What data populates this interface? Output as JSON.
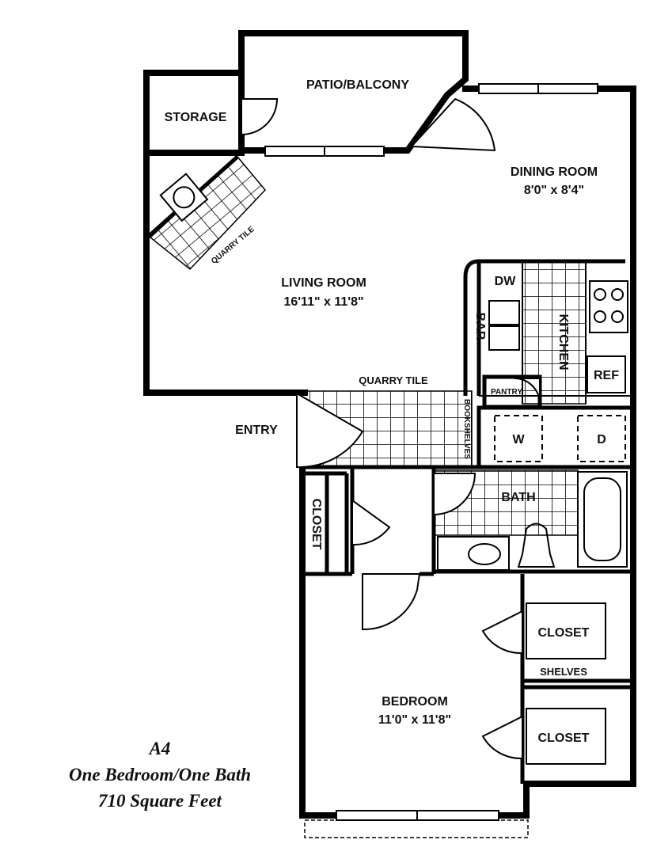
{
  "rooms": {
    "patio": {
      "name": "PATIO/BALCONY"
    },
    "storage": {
      "name": "STORAGE"
    },
    "dining": {
      "name": "DINING ROOM",
      "dims": "8'0\" x 8'4\""
    },
    "living": {
      "name": "LIVING ROOM",
      "dims": "16'11\" x 11'8\""
    },
    "kitchen": {
      "name": "KITCHEN"
    },
    "bar": {
      "name": "BAR"
    },
    "dw": {
      "name": "DW"
    },
    "ref": {
      "name": "REF"
    },
    "pantry": {
      "name": "PANTRY"
    },
    "bookshelves": {
      "name": "BOOKSHELVES"
    },
    "entry": {
      "name": "ENTRY"
    },
    "washer": {
      "name": "W"
    },
    "dryer": {
      "name": "D"
    },
    "hall_closet": {
      "name": "CLOSET"
    },
    "bath": {
      "name": "BATH"
    },
    "closet_upper": {
      "name": "CLOSET"
    },
    "shelves": {
      "name": "SHELVES"
    },
    "closet_lower": {
      "name": "CLOSET"
    },
    "bedroom": {
      "name": "BEDROOM",
      "dims": "11'0\" x 11'8\""
    }
  },
  "floor_labels": {
    "quarry_tile_corner": "QUARRY TILE",
    "quarry_tile_entry": "QUARRY TILE"
  },
  "caption": {
    "plan_code": "A4",
    "layout": "One Bedroom/One Bath",
    "area": "710 Square Feet"
  }
}
